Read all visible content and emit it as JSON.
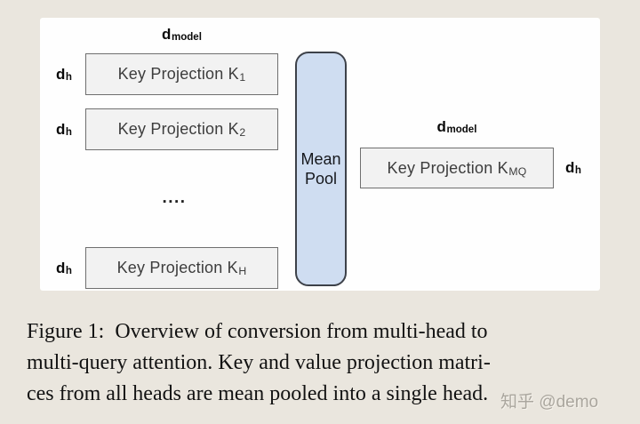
{
  "figure": {
    "dim_model": {
      "base": "d",
      "sub": "model"
    },
    "dim_head": {
      "base": "d",
      "sub": "h"
    },
    "boxes": {
      "k1": {
        "label": "Key Projection K",
        "sub": "1"
      },
      "k2": {
        "label": "Key Projection K",
        "sub": "2"
      },
      "kh": {
        "label": "Key Projection K",
        "sub": "H"
      },
      "kmq": {
        "label": "Key Projection K",
        "sub": "MQ"
      }
    },
    "ellipsis": "....",
    "mean_pool": {
      "line1": "Mean",
      "line2": "Pool"
    }
  },
  "caption": {
    "line1": "Figure 1:  Overview of conversion from multi-head to",
    "line2": "multi-query attention. Key and value projection matri-",
    "line3": "ces from all heads are mean pooled into a single head."
  },
  "watermark": {
    "text": "知乎 @demo"
  },
  "colors": {
    "background": "#eae6de",
    "panel": "#fefefe",
    "box_fill": "#f2f2f2",
    "box_border": "#6f6f6f",
    "box_text": "#3d3d3d",
    "pool_fill": "#cfddf1",
    "pool_border": "#3d4149",
    "caption_text": "#121212",
    "watermark": "#aaa69e"
  }
}
